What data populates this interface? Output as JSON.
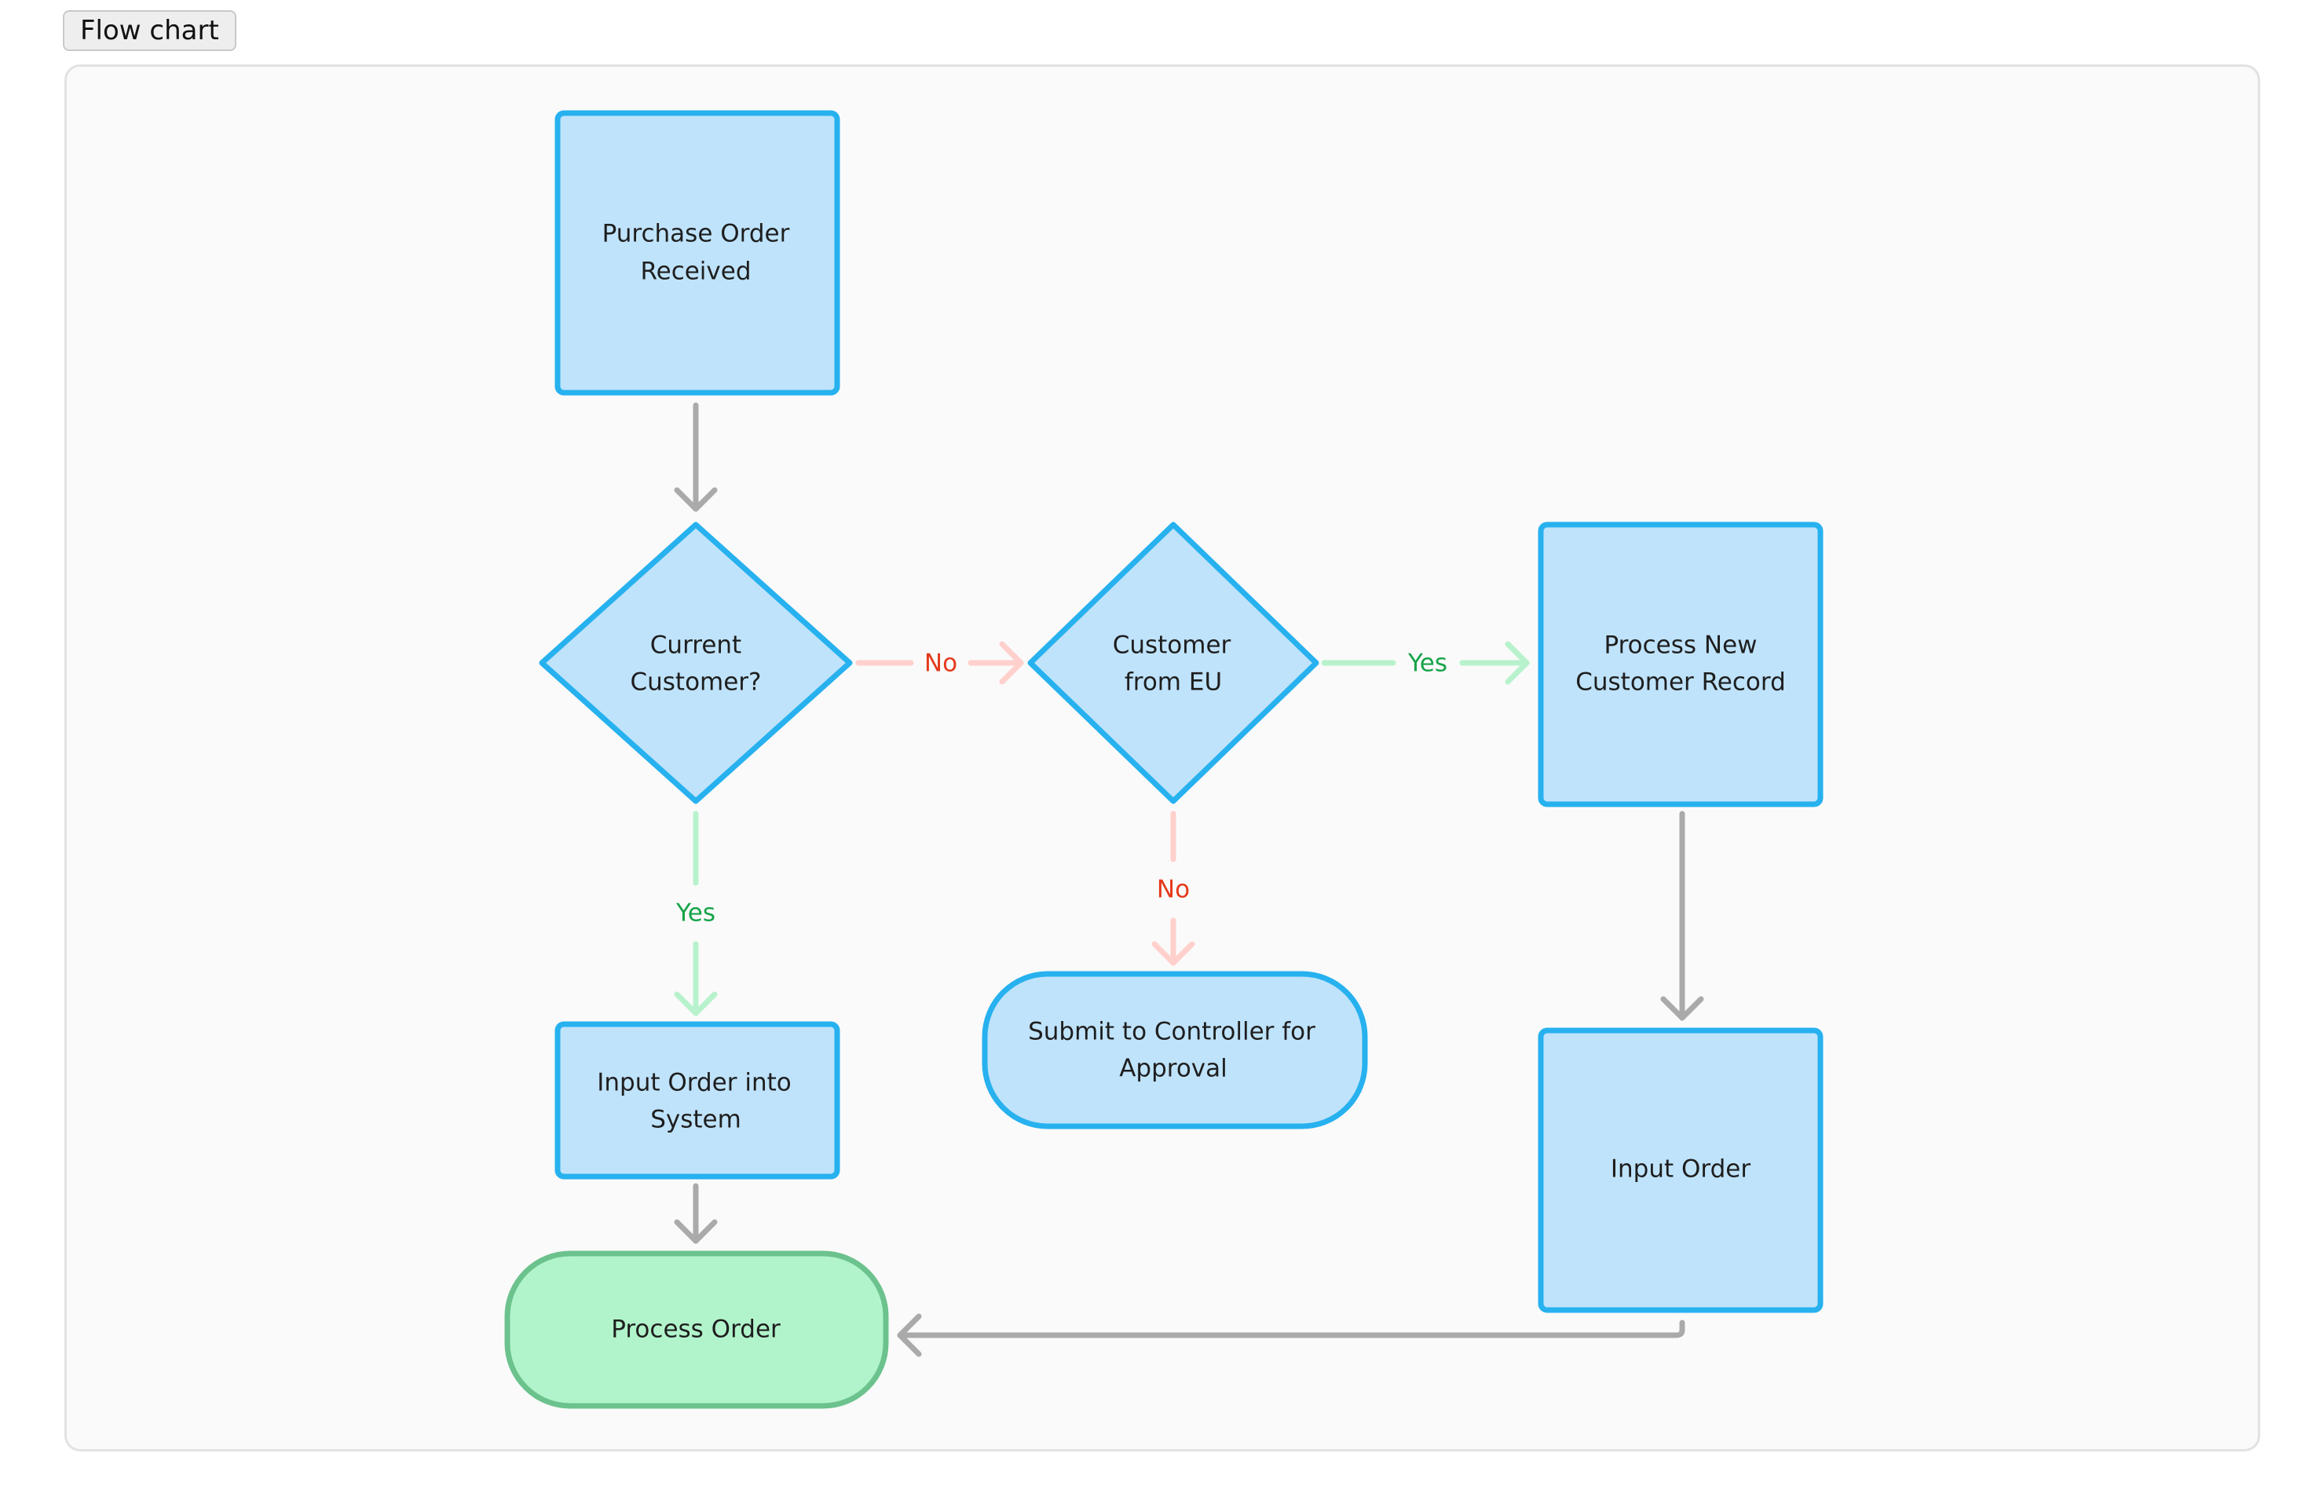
{
  "tab": {
    "label": "Flow chart"
  },
  "colors": {
    "node_fill": "#bfe3fb",
    "node_stroke": "#27b1ef",
    "terminal_fill": "#b1f4cb",
    "terminal_stroke": "#6cc28d",
    "edge_gray": "#aaaaaa",
    "edge_green": "#b7f2cc",
    "edge_red": "#ffd0cc",
    "label_green": "#16a34a",
    "label_red": "#e5391c"
  },
  "nodes": {
    "purchase_order": {
      "line1": "Purchase Order",
      "line2": "Received"
    },
    "current_customer": {
      "line1": "Current",
      "line2": "Customer?"
    },
    "customer_eu": {
      "line1": "Customer",
      "line2": "from EU"
    },
    "new_customer_record": {
      "line1": "Process New",
      "line2": "Customer Record"
    },
    "input_order_system": {
      "line1": "Input Order into",
      "line2": "System"
    },
    "submit_controller": {
      "line1": "Submit to Controller for",
      "line2": "Approval"
    },
    "input_order": {
      "line1": "Input Order"
    },
    "process_order": {
      "line1": "Process Order"
    }
  },
  "edges": {
    "current_to_eu": "No",
    "eu_to_new_record": "Yes",
    "current_to_input_system": "Yes",
    "eu_to_submit": "No"
  }
}
